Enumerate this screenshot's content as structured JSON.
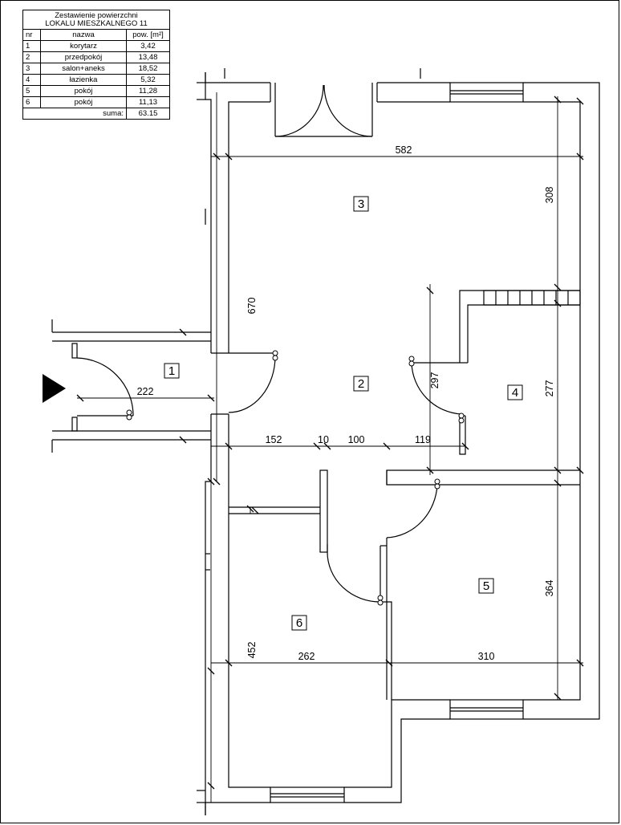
{
  "table": {
    "title_line1": "Zestawienie powierzchni",
    "title_line2": "LOKALU MIESZKALNEGO 11",
    "headers": {
      "nr": "nr",
      "name": "nazwa",
      "area": "pow. [m²]"
    },
    "rows": [
      {
        "nr": "1",
        "name": "korytarz",
        "area": "3,42"
      },
      {
        "nr": "2",
        "name": "przedpokój",
        "area": "13,48"
      },
      {
        "nr": "3",
        "name": "salon+aneks",
        "area": "18,52"
      },
      {
        "nr": "4",
        "name": "łazienka",
        "area": "5,32"
      },
      {
        "nr": "5",
        "name": "pokój",
        "area": "11,28"
      },
      {
        "nr": "6",
        "name": "pokój",
        "area": "11,13"
      }
    ],
    "sum_label": "suma:",
    "sum_value": "63.15"
  },
  "plan": {
    "rooms": {
      "r1": "1",
      "r2": "2",
      "r3": "3",
      "r4": "4",
      "r5": "5",
      "r6": "6"
    },
    "dimensions": {
      "d582": "582",
      "d308": "308",
      "d670": "670",
      "d222": "222",
      "d297": "297",
      "d277": "277",
      "d152": "152",
      "d10": "10",
      "d100": "100",
      "d119": "119",
      "d364": "364",
      "d452": "452",
      "d262": "262",
      "d310": "310"
    },
    "icons": {
      "entrance": "entrance-arrow-icon"
    }
  }
}
